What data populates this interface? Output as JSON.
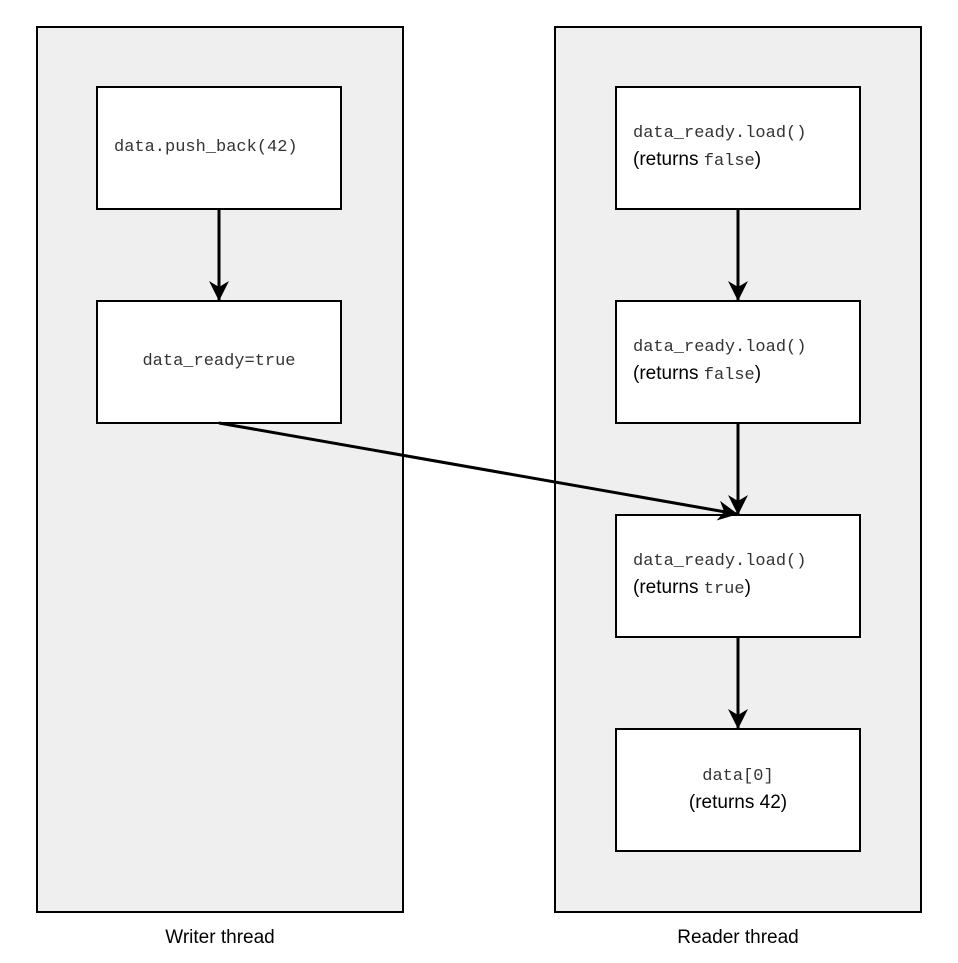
{
  "writer": {
    "caption": "Writer thread",
    "steps": [
      {
        "code": "data.push_back(42)"
      },
      {
        "code": "data_ready=true"
      }
    ]
  },
  "reader": {
    "caption": "Reader thread",
    "steps": [
      {
        "code": "data_ready.load()",
        "note_prefix": "(returns ",
        "note_code": "false",
        "note_suffix": ")"
      },
      {
        "code": "data_ready.load()",
        "note_prefix": "(returns ",
        "note_code": "false",
        "note_suffix": ")"
      },
      {
        "code": "data_ready.load()",
        "note_prefix": "(returns ",
        "note_code": "true",
        "note_suffix": ")"
      },
      {
        "code": "data[0]",
        "note": "(returns 42)"
      }
    ]
  },
  "edges": [
    {
      "from": "writer-step-1",
      "to": "writer-step-2"
    },
    {
      "from": "reader-step-1",
      "to": "reader-step-2"
    },
    {
      "from": "reader-step-2",
      "to": "reader-step-3"
    },
    {
      "from": "reader-step-3",
      "to": "reader-step-4"
    },
    {
      "from": "writer-step-2",
      "to": "reader-step-3"
    }
  ]
}
